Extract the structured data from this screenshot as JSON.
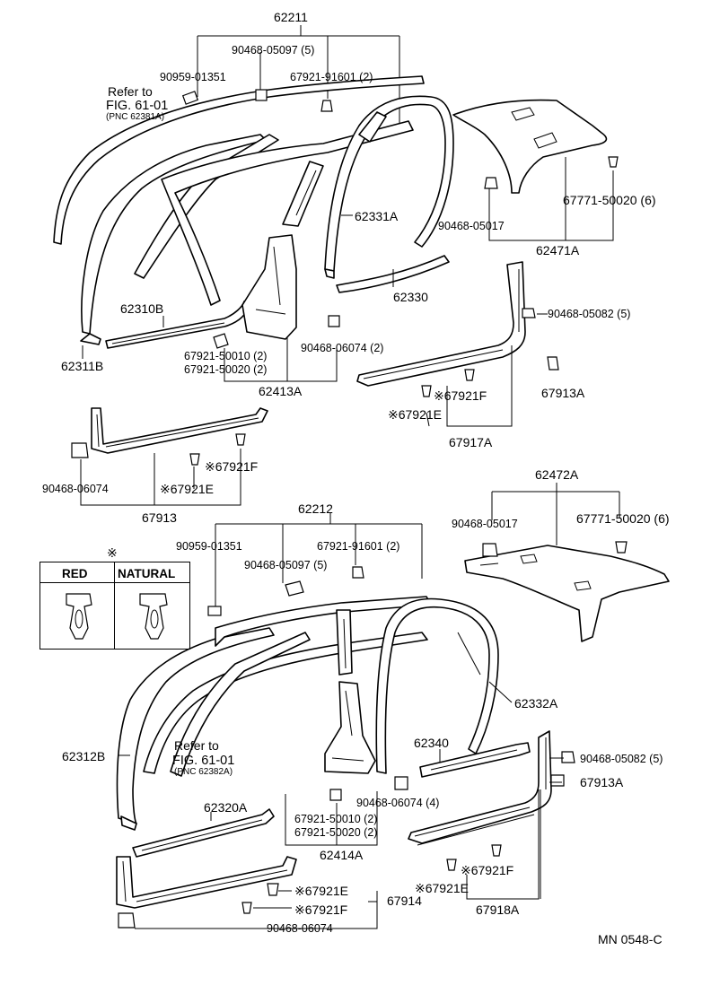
{
  "diagram_code": "MN 0548-C",
  "legend": {
    "mark": "※",
    "red_label": "RED",
    "natural_label": "NATURAL"
  },
  "upper": {
    "assembly": "62211",
    "refer_text": "Refer to",
    "refer_fig": "FIG. 61-01",
    "refer_pnc": "(PNC 62381A)",
    "p_90959_01351": "90959-01351",
    "p_90468_05097": "90468-05097 (5)",
    "p_67921_91601": "67921-91601 (2)",
    "p_62331A": "62331A",
    "p_62471A": "62471A",
    "p_90468_05017": "90468-05017",
    "p_67771_50020": "67771-50020 (6)",
    "p_62330": "62330",
    "p_62310B": "62310B",
    "p_62311B": "62311B",
    "p_67921_50010": "67921-50010 (2)",
    "p_67921_50020": "67921-50020 (2)",
    "p_90468_06074": "90468-06074 (2)",
    "p_62413A": "62413A",
    "p_90468_05082": "90468-05082 (5)",
    "p_67913A": "67913A",
    "p_67921F": "※67921F",
    "p_67921E": "※67921E",
    "p_67917A": "67917A",
    "p_90468_06074_b": "90468-06074",
    "p_67921F_b": "※67921F",
    "p_67921E_b": "※67921E",
    "p_67913": "67913"
  },
  "lower": {
    "p_62472A": "62472A",
    "p_90468_05017": "90468-05017",
    "p_67771_50020": "67771-50020 (6)",
    "assembly": "62212",
    "p_90959_01351": "90959-01351",
    "p_67921_91601": "67921-91601 (2)",
    "p_90468_05097": "90468-05097 (5)",
    "p_62332A": "62332A",
    "refer_text": "Refer to",
    "refer_fig": "FIG. 61-01",
    "refer_pnc": "(PNC 62382A)",
    "p_62312B": "62312B",
    "p_62340": "62340",
    "p_90468_05082": "90468-05082 (5)",
    "p_67913A": "67913A",
    "p_90468_06074": "90468-06074 (4)",
    "p_62320A": "62320A",
    "p_67921_50010": "67921-50010 (2)",
    "p_67921_50020": "67921-50020 (2)",
    "p_62414A": "62414A",
    "p_67921F": "※67921F",
    "p_67921E": "※67921E",
    "p_67918A": "67918A",
    "p_67921E_b": "※67921E",
    "p_67921F_b": "※67921F",
    "p_67914": "67914",
    "p_90468_06074_b": "90468-06074"
  }
}
